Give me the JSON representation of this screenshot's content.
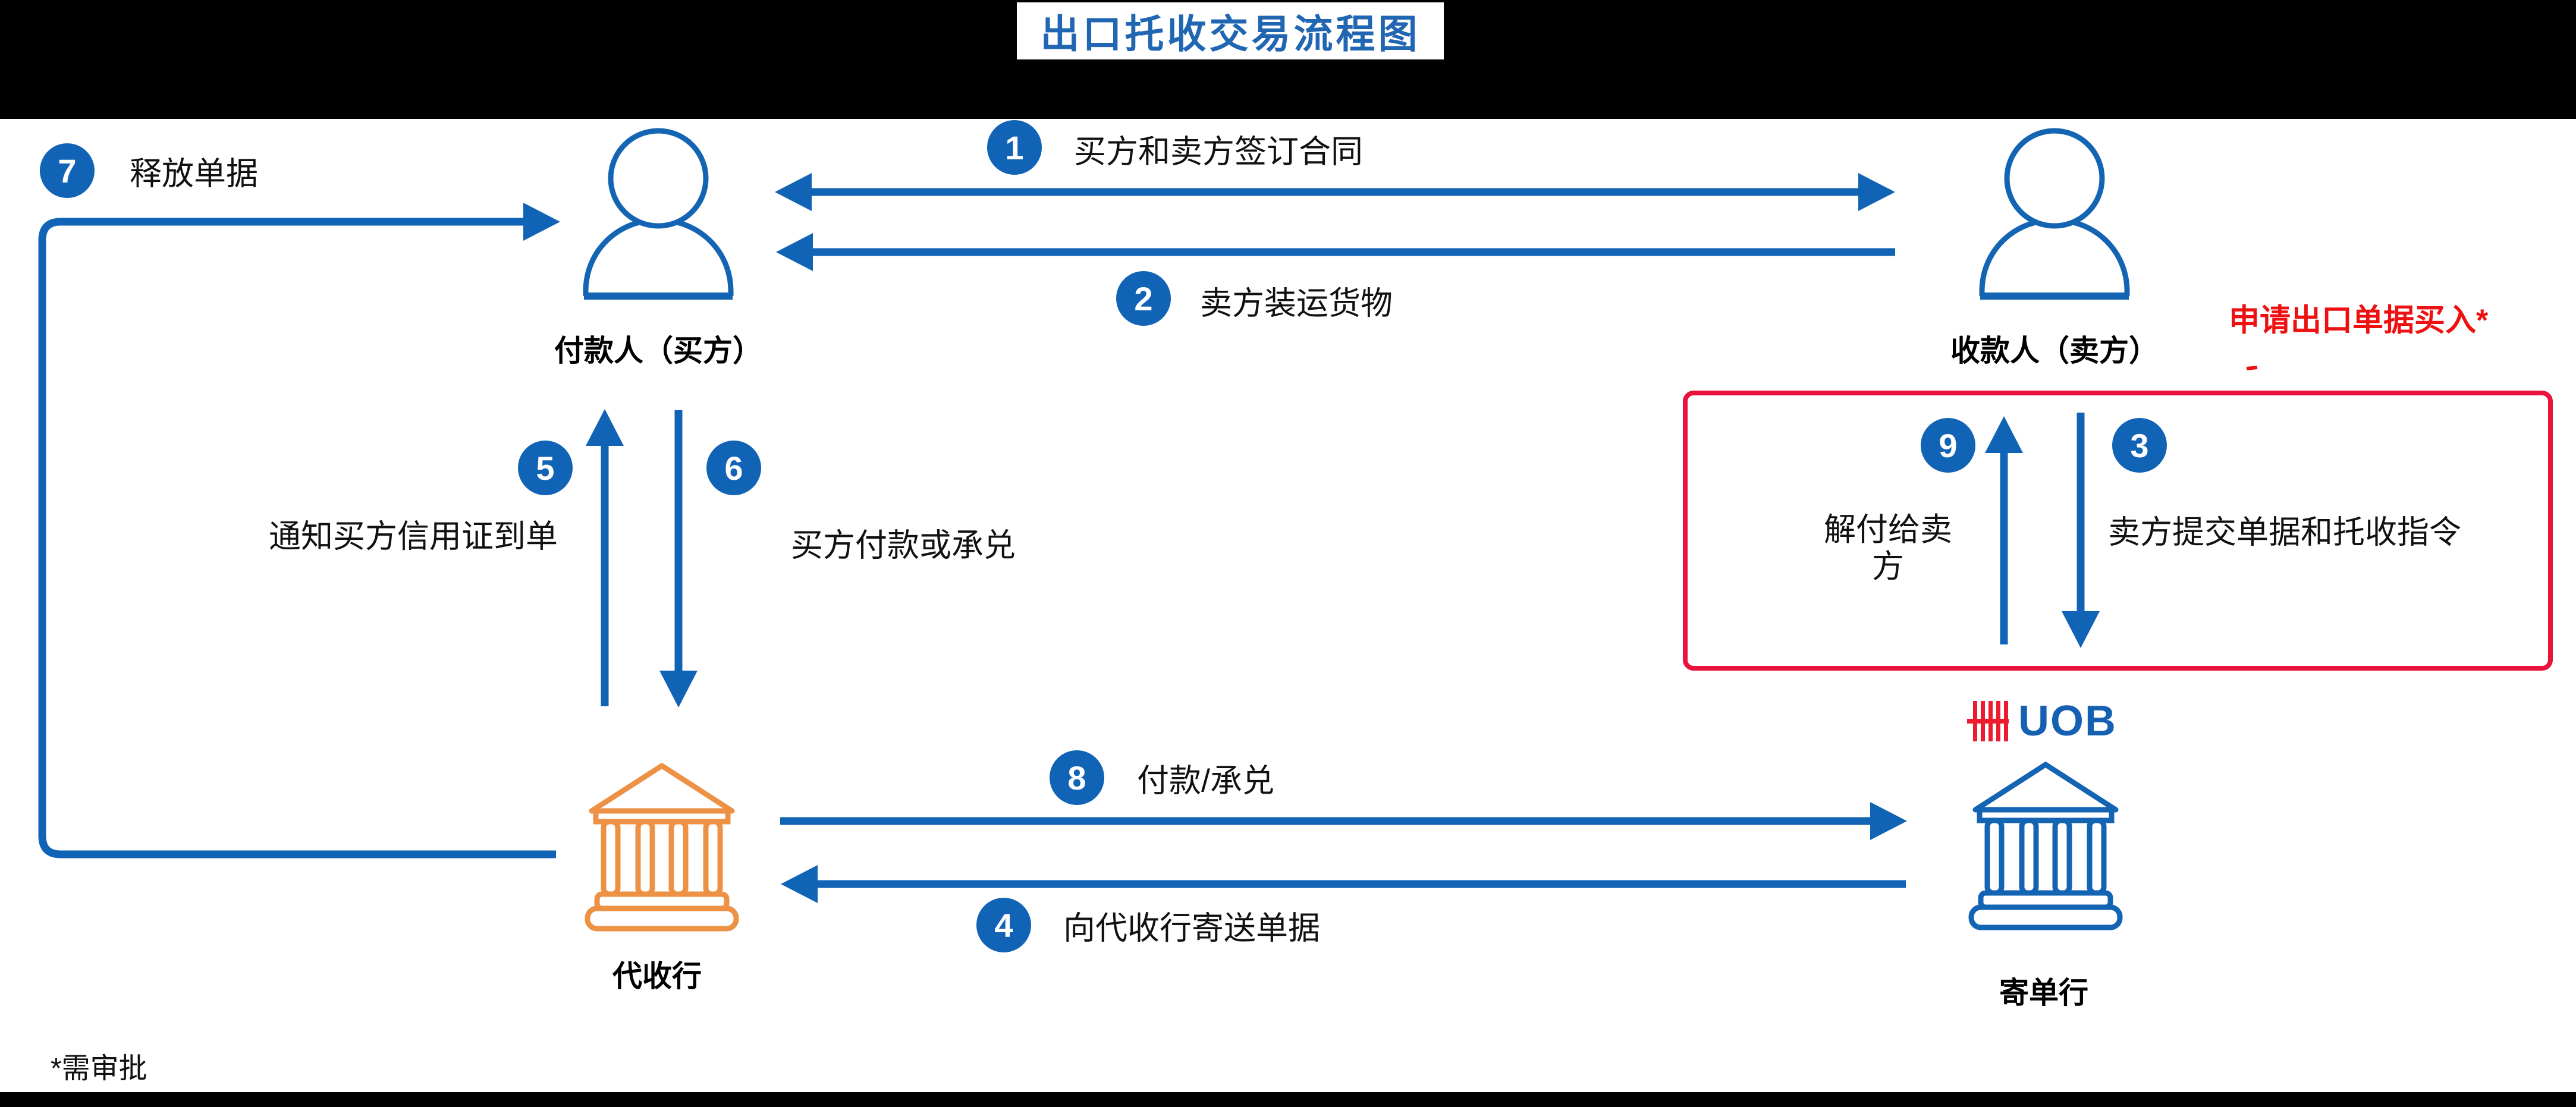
{
  "title": "出口托收交易流程图",
  "entities": {
    "buyer": {
      "label": "付款人（买方）",
      "icon": "person-icon"
    },
    "seller": {
      "label": "收款人（卖方）",
      "icon": "person-icon"
    },
    "collecting_bank": {
      "label": "代收行",
      "icon": "bank-building-icon",
      "color": "#ED9144"
    },
    "remitting_bank": {
      "label": "寄单行",
      "icon": "bank-building-icon",
      "color": "#1464B4",
      "logo": {
        "name": "uob-five-bars-logo",
        "text": "UOB",
        "bar_color": "#ED1B2E",
        "text_color": "#1560B0"
      }
    }
  },
  "steps": [
    {
      "num": "1",
      "label": "买方和卖方签订合同",
      "from": "seller",
      "to": "buyer",
      "bidirectional": true
    },
    {
      "num": "2",
      "label": "卖方装运货物",
      "from": "seller",
      "to": "buyer"
    },
    {
      "num": "3",
      "label": "卖方提交单据和托收指令",
      "from": "seller",
      "to": "remitting_bank"
    },
    {
      "num": "4",
      "label": "向代收行寄送单据",
      "from": "remitting_bank",
      "to": "collecting_bank"
    },
    {
      "num": "5",
      "label": "通知买方信用证到单",
      "from": "collecting_bank",
      "to": "buyer"
    },
    {
      "num": "6",
      "label": "买方付款或承兑",
      "from": "buyer",
      "to": "collecting_bank"
    },
    {
      "num": "7",
      "label": "释放单据",
      "from": "collecting_bank",
      "to": "buyer"
    },
    {
      "num": "8",
      "label": "付款/承兑",
      "from": "collecting_bank",
      "to": "remitting_bank"
    },
    {
      "num": "9",
      "label": "解付给卖方",
      "from": "remitting_bank",
      "to": "seller"
    }
  ],
  "annotations": {
    "apply_note": "申请出口单据买入*",
    "footnote": "*需审批"
  },
  "colors": {
    "arrow_blue": "#1163B6",
    "title_blue": "#2166B2",
    "person_bank_blue": "#1464B4",
    "bank_orange": "#ED9144",
    "highlight_box_red": "#E8123C",
    "note_red": "#EE1111",
    "uob_red": "#ED1B2E",
    "uob_blue": "#1560B0"
  }
}
